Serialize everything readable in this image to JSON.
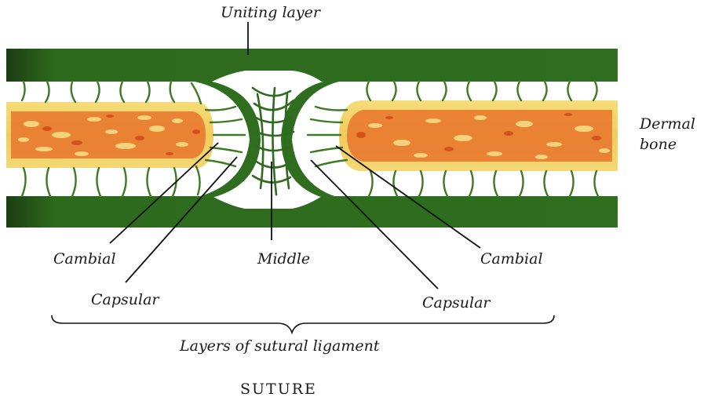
{
  "labels": {
    "uniting_layer": "Uniting layer",
    "dermal_bone_line1": "Dermal",
    "dermal_bone_line2": "bone",
    "cambial_left": "Cambial",
    "capsular_left": "Capsular",
    "middle": "Middle",
    "cambial_right": "Cambial",
    "capsular_right": "Capsular",
    "layers_bracket": "Layers of sutural ligament",
    "title": "SUTURE"
  },
  "colors": {
    "periosteum_green": "#2f6d1f",
    "fibre_green": "#3d7a24",
    "bone_yellow": "#f1d46a",
    "marrow_orange": "#e3621d",
    "background": "#ffffff"
  }
}
